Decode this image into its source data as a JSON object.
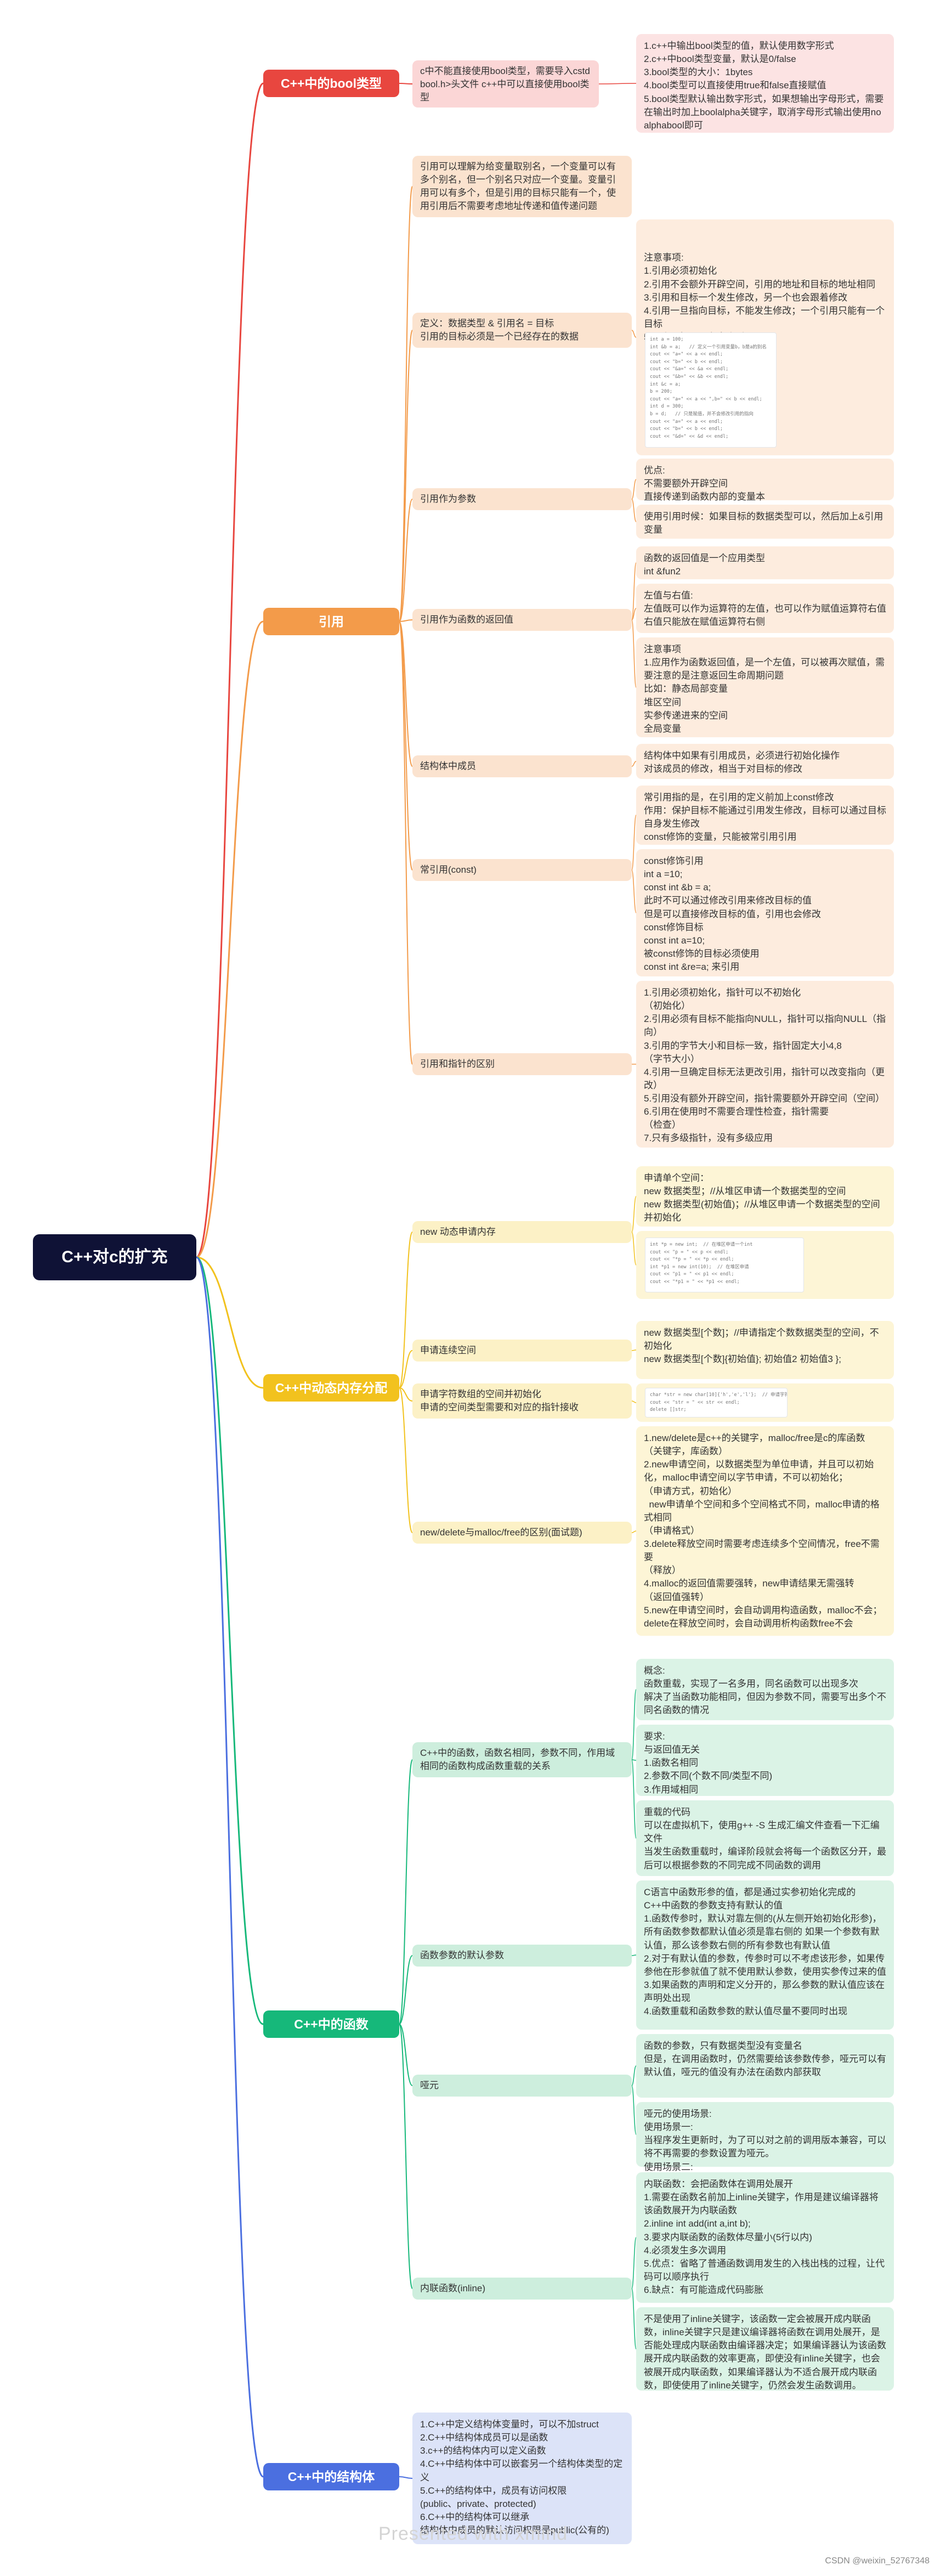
{
  "root": {
    "label": "C++对c的扩充"
  },
  "branches": {
    "bool": {
      "label": "C++中的bool类型",
      "color": "#e8463f",
      "mid": "c中不能直接使用bool类型，需要导入cstdbool.h>头文件 c++中可以直接使用bool类型",
      "leaf": "1.c++中输出bool类型的值，默认使用数字形式\n2.c++中bool类型变量，默认是0/false\n3.bool类型的大小：1bytes\n4.bool类型可以直接使用true和false直接赋值\n5.bool类型默认输出数字形式，如果想输出字母形式，需要在输出时加上boolalpha关键字，取消字母形式输出使用noalphabool即可"
    },
    "ref": {
      "label": "引用",
      "color": "#f39b4a",
      "intro": "引用可以理解为给变量取别名，一个变量可以有多个别名，但一个别名只对应一个变量。变量引用可以有多个，但是引用的目标只能有一个，使用引用后不需要考虑地址传递和值传递问题",
      "def": {
        "label": "定义：数据类型 & 引用名 = 目标\n引用的目标必须是一个已经存在的数据",
        "note": "注意事项:\n1.引用必须初始化\n2.引用不会额外开辟空间，引用的地址和目标的地址相同\n3.引用和目标一个发生修改，另一个也会跟着修改\n4.引用一旦指向目标，不能发生修改；一个引用只能有一个目标\n5.一个目标可以有多个引用",
        "code": [
          "int a = 100;",
          "int &b = a;   // 定义一个引用变量b，b是a的别名",
          "cout << \"a=\" << a << endl;",
          "cout << \"b=\" << b << endl;",
          "cout << \"&a=\" << &a << endl;",
          "cout << \"&b=\" << &b << endl;",
          "int &c = a;",
          "b = 200;",
          "cout << \"a=\" << a << \",b=\" << b << endl;",
          "int d = 300;",
          "b = d;   // 只是赋值，并不会修改引用的指向",
          "cout << \"a=\" << a << endl;",
          "cout << \"b=\" << b << endl;",
          "cout << \"&d=\" << &d << endl;"
        ]
      },
      "param": {
        "label": "引用作为参数",
        "leaf1": "优点:\n不需要额外开辟空间\n直接传递到函数内部的变量本",
        "leaf2": "使用引用时候：如果目标的数据类型可以，然后加上&引用变量"
      },
      "ret": {
        "label": "引用作为函数的返回值",
        "leaf1": "函数的返回值是一个应用类型\nint &fun2",
        "leaf2": "左值与右值:\n左值既可以作为运算符的左值，也可以作为赋值运算符右值\n右值只能放在赋值运算符右侧",
        "leaf3": "注意事项\n1.应用作为函数返回值，是一个左值，可以被再次赋值，需要注意的是注意返回生命周期问题\n比如：静态局部变量\n堆区空间\n实参传递进来的空间\n全局变量"
      },
      "member": {
        "label": "结构体中成员",
        "leaf": "结构体中如果有引用成员，必须进行初始化操作\n对该成员的修改，相当于对目标的修改"
      },
      "cref": {
        "label": "常引用(const)",
        "leaf1": "常引用指的是，在引用的定义前加上const修改\n作用：保护目标不能通过引用发生修改，目标可以通过目标自身发生修改\nconst修饰的变量，只能被常引用引用",
        "leaf2": "const修饰引用\nint a =10;\nconst int &b = a;\n此时不可以通过修改引用来修改目标的值\n但是可以直接修改目标的值，引用也会修改\nconst修饰目标\nconst int a=10;\n被const修饰的目标必须使用\nconst int &re=a; 来引用"
      },
      "diff": {
        "label": "引用和指针的区别",
        "leaf": "1.引用必须初始化，指针可以不初始化\n（初始化）\n2.引用必须有目标不能指向NULL，指针可以指向NULL（指向）\n3.引用的字节大小和目标一致，指针固定大小4,8\n（字节大小）\n4.引用一旦确定目标无法更改引用，指针可以改变指向（更改）\n5.引用没有额外开辟空间，指针需要额外开辟空间（空间）\n6.引用在使用时不需要合理性检查，指针需要\n（检查）\n7.只有多级指针，没有多级应用"
      }
    },
    "mem": {
      "label": "C++中动态内存分配",
      "color": "#f2c21e",
      "new": {
        "label": "new 动态申请内存",
        "leaf": "申请单个空间：\nnew 数据类型；//从堆区申请一个数据类型的空间\nnew 数据类型(初始值)；//从堆区申请一个数据类型的空间并初始化",
        "code": [
          "int *p = new int;  // 在堆区申请一个int",
          "cout << \"p = \" << p << endl;",
          "cout << \"*p = \" << *p << endl;",
          "int *p1 = new int(10);  // 在堆区申请",
          "cout << \"p1 = \" << p1 << endl;",
          "cout << \"*p1 = \" << *p1 << endl;"
        ]
      },
      "cont": {
        "label": "申请连续空间",
        "leaf": "new 数据类型[个数]；//申请指定个数数据类型的空间，不初始化\nnew 数据类型[个数]{初始值}; 初始值2 初始值3 };"
      },
      "arr": {
        "label": "申请字符数组的空间并初始化\n申请的空间类型需要和对应的指针接收",
        "code": [
          "char *str = new char[10]{'h','e','l'};  // 申请字符数组的空间并初始化",
          "cout << \"str = \" << str << endl;",
          "delete []str;"
        ]
      },
      "diff": {
        "label": "new/delete与malloc/free的区别(面试题)",
        "leaf": "1.new/delete是c++的关键字，malloc/free是c的库函数\n（关键字，库函数）\n2.new申请空间，以数据类型为单位申请，并且可以初始化，malloc申请空间以字节申请，不可以初始化；\n（申请方式，初始化）\n  new申请单个空间和多个空间格式不同，malloc申请的格式相同\n（申请格式）\n3.delete释放空间时需要考虑连续多个空间情况，free不需要\n（释放）\n4.malloc的返回值需要强转，new申请结果无需强转\n（返回值强转）\n5.new在申请空间时，会自动调用构造函数，malloc不会；delete在释放空间时，会自动调用析构函数free不会"
      }
    },
    "func": {
      "label": "C++中的函数",
      "color": "#16b87a",
      "overload": {
        "label": "C++中的函数，函数名相同，参数不同，作用域相同的函数构成函数重载的关系",
        "leaf1": "概念:\n函数重载，实现了一名多用，同名函数可以出现多次\n解决了当函数功能相同，但因为参数不同，需要写出多个不同名函数的情况",
        "leaf2": "要求:\n与返回值无关\n1.函数名相同\n2.参数不同(个数不同/类型不同)\n3.作用域相同",
        "leaf3": "重载的代码\n可以在虚拟机下，使用g++ -S 生成汇编文件查看一下汇编文件\n当发生函数重载时，编译阶段就会将每一个函数区分开，最后可以根据参数的不同完成不同函数的调用"
      },
      "default": {
        "label": "函数参数的默认参数",
        "leaf": "C语言中函数形参的值，都是通过实参初始化完成的\nC++中函数的参数支持有默认的值\n1.函数传参时，默认对靠左侧的(从左侧开始初始化形参)，所有函数参数都默认值必须是靠右侧的 如果一个参数有默认值，那么该参数右侧的所有参数也有默认值\n2.对于有默认值的参数，传参时可以不考虑该形参，如果传参他在形参就值了就不使用默认参数，使用实参传过来的值\n3.如果函数的声明和定义分开的，那么参数的默认值应该在声明处出现\n4.函数重载和函数参数的默认值尽量不要同时出现"
      },
      "dummy": {
        "label": "哑元",
        "leaf1": "函数的参数，只有数据类型没有变量名\n但是，在调用函数时，仍然需要给该参数传参，哑元可以有默认值，哑元的值没有办法在函数内部获取",
        "leaf2": "哑元的使用场景:\n使用场景一:\n当程序发生更新时，为了可以对之前的调用版本兼容，可以将不再需要的参数设置为哑元。\n使用场景二:\n在自增自减运算符重载，需要使用哑元"
      },
      "inline": {
        "label": "内联函数(inline)",
        "leaf1": "内联函数：会把函数体在调用处展开\n1.需要在函数名前加上inline关键字，作用是建议编译器将该函数展开为内联函数\n2.inline int add(int a,int b);\n3.要求内联函数的函数体尽量小(5行以内)\n4.必须发生多次调用\n5.优点：省略了普通函数调用发生的入栈出栈的过程，让代码可以顺序执行\n6.缺点：有可能造成代码膨胀",
        "leaf2": "不是使用了inline关键字，该函数一定会被展开成内联函数，inline关键字只是建议编译器将函数在调用处展开，是否能处理成内联函数由编译器决定；如果编译器认为该函数展开成内联函数的效率更高，即使没有inline关键字，也会被展开成内联函数，如果编译器认为不适合展开成内联函数，即使使用了inline关键字，仍然会发生函数调用。"
      }
    },
    "struct": {
      "label": "C++中的结构体",
      "color": "#4b6fe0",
      "leaf": "1.C++中定义结构体变量时，可以不加struct\n2.C++中结构体成员可以是函数\n3.c++的结构体内可以定义函数\n4.C++中结构体中可以嵌套另一个结构体类型的定义\n5.C++的结构体中，成员有访问权限\n(public、private、protected)\n6.C++中的结构体可以继承\n结构体中成员的默认访问权限是public(公有的)"
    }
  },
  "footer": {
    "watermark": "Presented with xmind",
    "credit": "CSDN @weixin_52767348"
  }
}
